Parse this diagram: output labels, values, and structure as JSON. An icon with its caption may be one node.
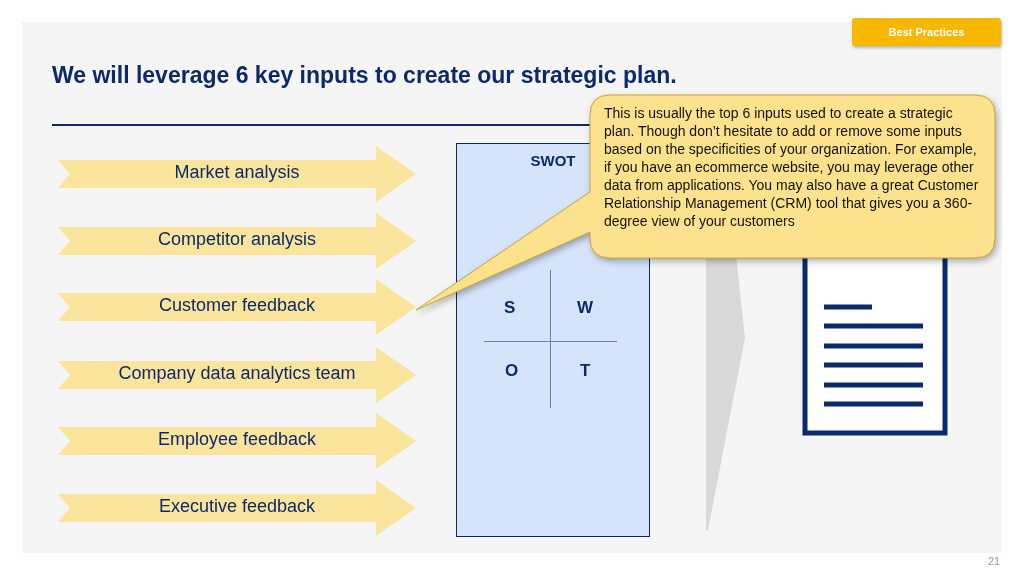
{
  "diagram": {
    "title": "We will leverage 6 key inputs to create our strategic plan.",
    "nodes": [
      {
        "text": [
          "Market analysis"
        ]
      },
      {
        "text": [
          "Competitor analysis"
        ]
      },
      {
        "text": [
          "Customer feedback"
        ]
      },
      {
        "text": [
          "Company data analytics team"
        ]
      },
      {
        "text": [
          "Employee feedback"
        ]
      },
      {
        "text": [
          "Executive feedback"
        ]
      },
      {
        "text": [
          "SWOT"
        ]
      },
      {
        "text": [],
        "shape": "chevron"
      },
      {
        "text": [],
        "shape": "document"
      },
      {
        "text": [
          "This is usually the top 6 inputs used to create a strategic plan. Though don’t hesitate to add or remove some inputs based on the specificities of your organization. For example, if you have an ecommerce website, you may leverage other data from applications. You may also have a great Customer Relationship Management (CRM) tool that gives you a 360-degree view of your customers"
        ]
      }
    ],
    "labels": [
      "Best Practices",
      "S",
      "W",
      "O",
      "T",
      "21"
    ]
  }
}
